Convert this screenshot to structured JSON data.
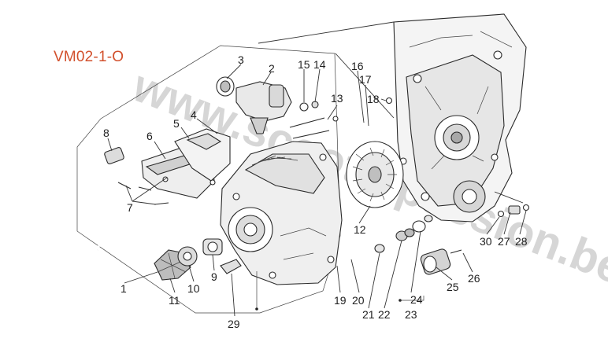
{
  "diagram": {
    "code": "VM02-1-O",
    "watermark": "www.scooterpassion.be",
    "code_color": "#d2502c",
    "callouts": [
      {
        "id": "c1",
        "text": "1"
      },
      {
        "id": "c2",
        "text": "2"
      },
      {
        "id": "c3",
        "text": "3"
      },
      {
        "id": "c4",
        "text": "4"
      },
      {
        "id": "c5",
        "text": "5"
      },
      {
        "id": "c6",
        "text": "6"
      },
      {
        "id": "c7",
        "text": "7"
      },
      {
        "id": "c8",
        "text": "8"
      },
      {
        "id": "c9",
        "text": "9"
      },
      {
        "id": "c10",
        "text": "10"
      },
      {
        "id": "c11",
        "text": "11"
      },
      {
        "id": "c12",
        "text": "12"
      },
      {
        "id": "c13",
        "text": "13"
      },
      {
        "id": "c14",
        "text": "14"
      },
      {
        "id": "c15",
        "text": "15"
      },
      {
        "id": "c16",
        "text": "16"
      },
      {
        "id": "c17",
        "text": "17"
      },
      {
        "id": "c18",
        "text": "18"
      },
      {
        "id": "c19",
        "text": "19"
      },
      {
        "id": "c20",
        "text": "20"
      },
      {
        "id": "c21",
        "text": "21"
      },
      {
        "id": "c22",
        "text": "22"
      },
      {
        "id": "c23",
        "text": "23"
      },
      {
        "id": "c24",
        "text": "24"
      },
      {
        "id": "c25",
        "text": "25"
      },
      {
        "id": "c26",
        "text": "26"
      },
      {
        "id": "c27",
        "text": "27"
      },
      {
        "id": "c28",
        "text": "28"
      },
      {
        "id": "c29",
        "text": "29"
      },
      {
        "id": "c30",
        "text": "30"
      }
    ]
  }
}
